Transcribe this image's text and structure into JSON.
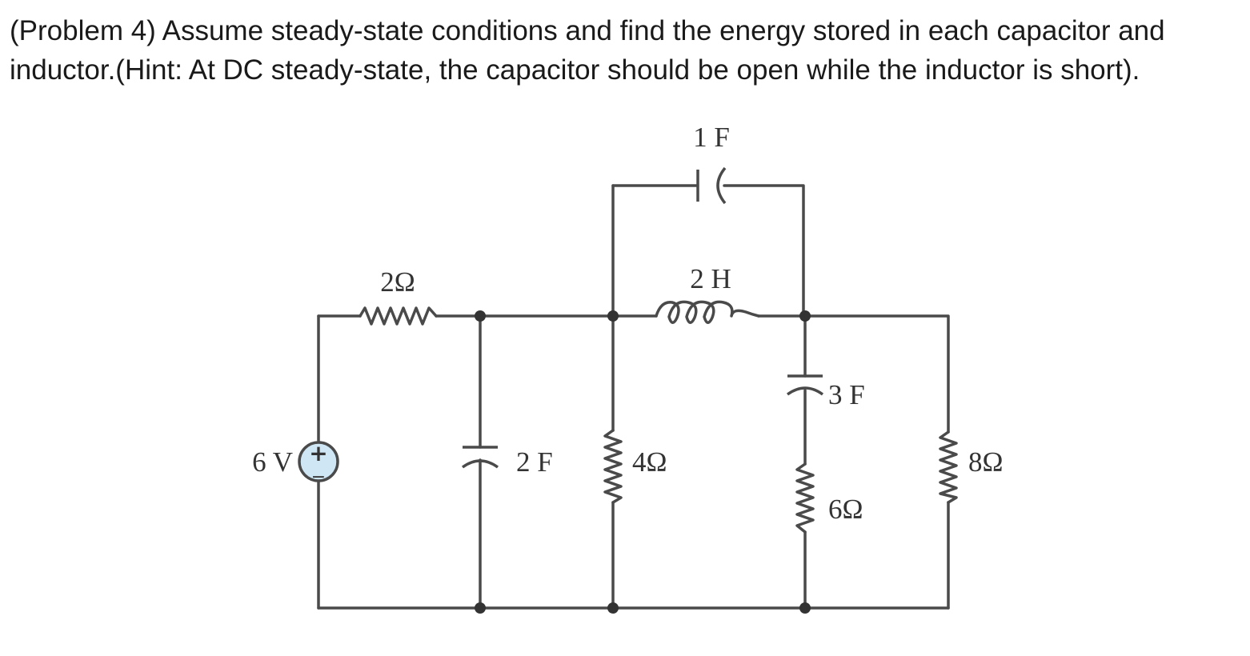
{
  "problem": {
    "text": "(Problem 4) Assume steady-state conditions and find the energy stored in each capacitor and inductor.(Hint: At DC steady-state, the capacitor should be open while the inductor is short)."
  },
  "circuit": {
    "source": {
      "label": "6 V",
      "plus": "+",
      "minus": "−"
    },
    "r_series": {
      "label": "2Ω"
    },
    "c_shunt": {
      "label": "2 F"
    },
    "r_middle": {
      "label": "4Ω"
    },
    "c_top": {
      "label": "1 F"
    },
    "inductor": {
      "label": "2 H"
    },
    "c_branch": {
      "label": "3 F"
    },
    "r_branch": {
      "label": "6Ω"
    },
    "r_right": {
      "label": "8Ω"
    }
  },
  "colors": {
    "wire": "#4a4a4a",
    "source_fill": "#cfe6f5",
    "label": "#333333",
    "text": "#1a1a1a"
  }
}
